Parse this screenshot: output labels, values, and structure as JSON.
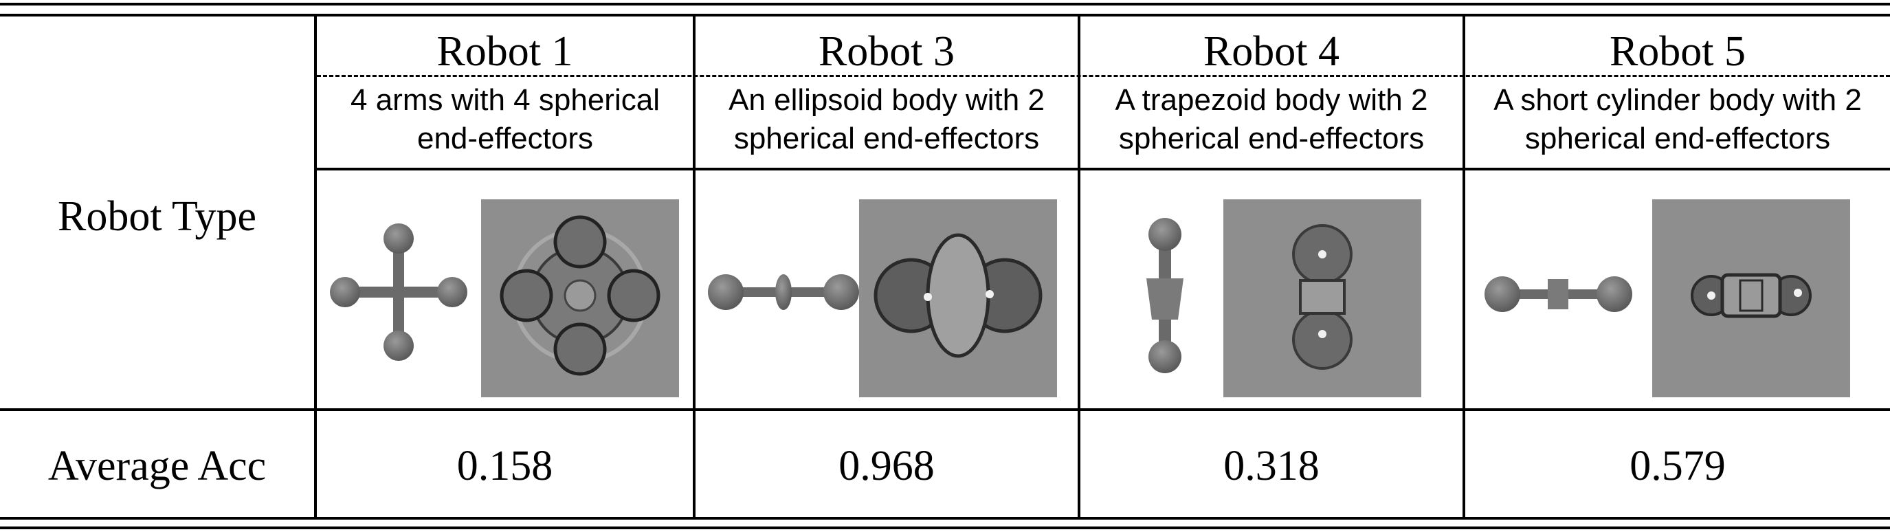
{
  "table": {
    "row_labels": {
      "robot_type": "Robot Type",
      "average_acc": "Average Acc"
    },
    "robots": [
      {
        "name": "Robot 1",
        "description": "4 arms with 4 spherical end-effectors",
        "average_acc": "0.158"
      },
      {
        "name": "Robot 3",
        "description": "An ellipsoid body with 2 spherical end-effectors",
        "average_acc": "0.968"
      },
      {
        "name": "Robot 4",
        "description": "A trapezoid body with 2 spherical end-effectors",
        "average_acc": "0.318"
      },
      {
        "name": "Robot 5",
        "description": "A short cylinder body with 2 spherical end-effectors",
        "average_acc": "0.579"
      }
    ]
  },
  "colors": {
    "rule": "#000000",
    "model_gray": "#6e6e6e",
    "micrograph_bg": "#8c8c8c"
  }
}
